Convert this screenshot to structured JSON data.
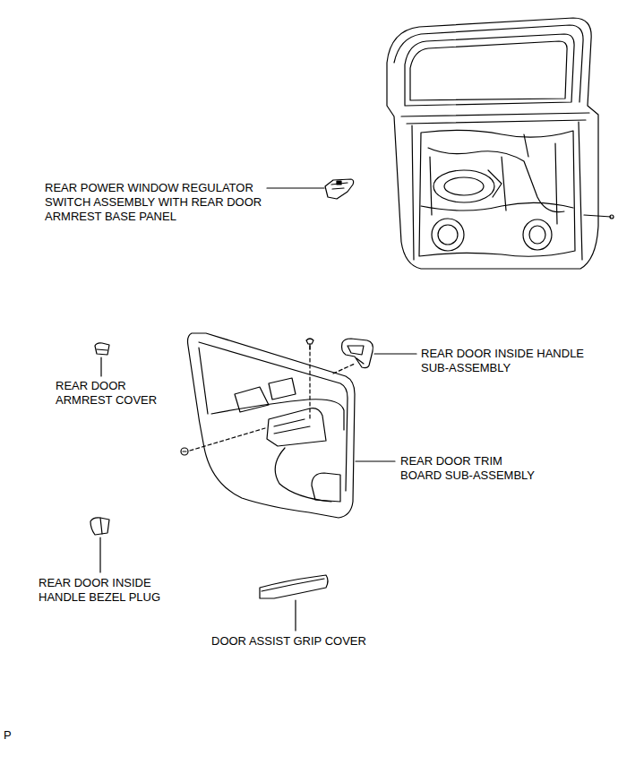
{
  "diagram": {
    "labels": [
      "REAR POWER WINDOW REGULATOR SWITCH ASSEMBLY WITH REAR DOOR ARMREST BASE PANEL",
      "REAR DOOR INSIDE HANDLE SUB-ASSEMBLY",
      "REAR DOOR ARMREST COVER",
      "REAR DOOR TRIM BOARD SUB-ASSEMBLY",
      "REAR DOOR INSIDE HANDLE BEZEL PLUG",
      "DOOR ASSIST GRIP COVER",
      "P"
    ]
  }
}
